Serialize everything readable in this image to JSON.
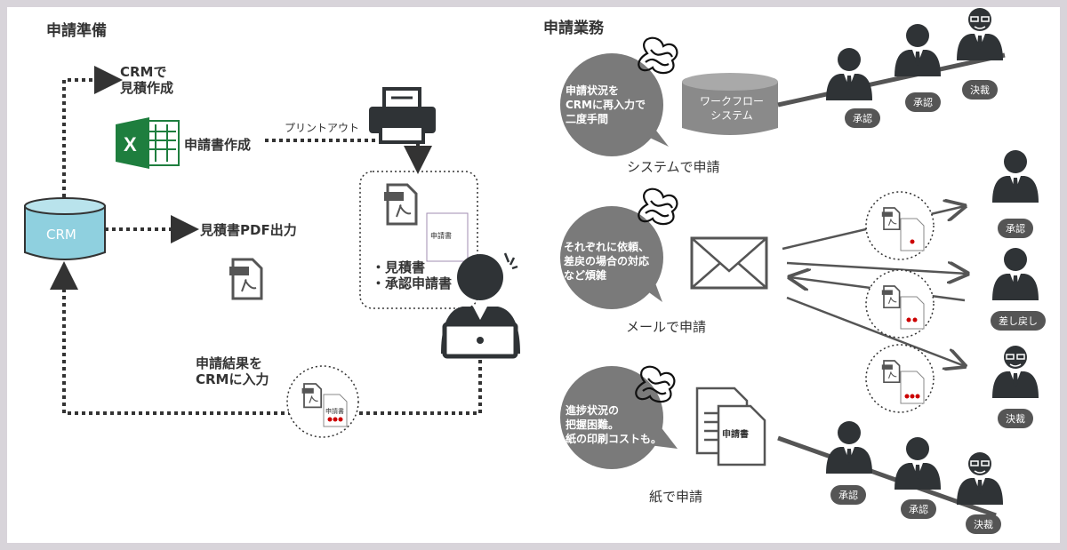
{
  "prep": {
    "title": "申請準備",
    "crm": "CRM",
    "crm_estimate": [
      "CRMで",
      "見積作成"
    ],
    "create_form": "申請書作成",
    "printout": "プリントアウト",
    "pdf_output": "見積書PDF出力",
    "docs": [
      "・見積書",
      "・承認申請書"
    ],
    "enter_result": [
      "申請結果を",
      "CRMに入力"
    ],
    "doc_label": "申請書",
    "pdf": "PDF"
  },
  "ops": {
    "title": "申請業務",
    "system": {
      "bubble": [
        "申請状況を",
        "CRMに再入力で",
        "二度手間"
      ],
      "db": [
        "ワークフロー",
        "システム"
      ],
      "caption": "システムで申請",
      "badges": [
        "承認",
        "承認",
        "決裁"
      ]
    },
    "mail": {
      "bubble": [
        "それぞれに依頼、",
        "差戻の場合の対応",
        "など煩雑"
      ],
      "caption": "メールで申請",
      "badges": [
        "承認",
        "差し戻し",
        "決裁"
      ]
    },
    "paper": {
      "bubble": [
        "進捗状況の",
        "把握困難。",
        "紙の印刷コストも。"
      ],
      "doc": "申請書",
      "caption": "紙で申請",
      "badges": [
        "承認",
        "承認",
        "決裁"
      ]
    }
  },
  "colors": {
    "crm": "#8fd0df",
    "excel": "#1e7e3e",
    "dark": "#333333",
    "bubble": "#7a7a7a"
  }
}
